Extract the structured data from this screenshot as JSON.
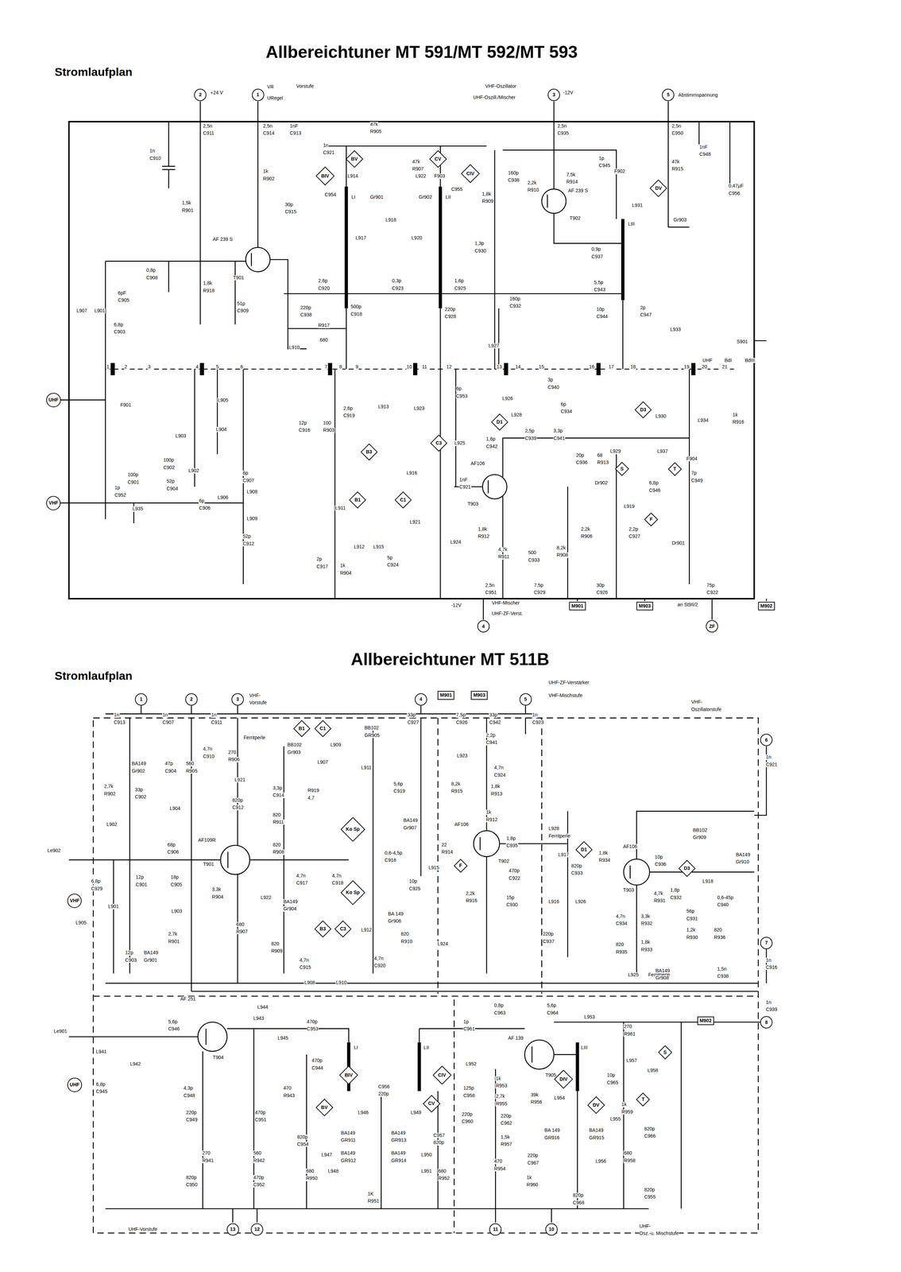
{
  "diagram": {
    "title": "Allbereichtuner MT 591/MT 592/MT 593",
    "nodes": [
      {
        "text": [
          "2"
        ]
      },
      {
        "text": [
          "1"
        ]
      },
      {
        "text": [
          "3"
        ]
      },
      {
        "text": [
          "5"
        ]
      },
      {
        "text": [
          "BV"
        ]
      },
      {
        "text": [
          "BIV"
        ]
      },
      {
        "text": [
          "CV"
        ]
      },
      {
        "text": [
          "CIV"
        ]
      },
      {
        "text": [
          "DV"
        ]
      },
      {
        "text": [
          "UHF"
        ]
      },
      {
        "text": [
          "B3"
        ]
      },
      {
        "text": [
          "C3"
        ]
      },
      {
        "text": [
          "D1"
        ]
      },
      {
        "text": [
          "D3"
        ]
      },
      {
        "text": [
          "S"
        ]
      },
      {
        "text": [
          "T"
        ]
      },
      {
        "text": [
          "VHF"
        ]
      },
      {
        "text": [
          "B1"
        ]
      },
      {
        "text": [
          "C1"
        ]
      },
      {
        "text": [
          "F"
        ]
      },
      {
        "text": [
          "M901"
        ]
      },
      {
        "text": [
          "M903"
        ]
      },
      {
        "text": [
          "M902"
        ]
      },
      {
        "text": [
          "4"
        ]
      },
      {
        "text": [
          "ZF"
        ]
      },
      {
        "text": [
          "1"
        ]
      },
      {
        "text": [
          "2"
        ]
      },
      {
        "text": [
          "3"
        ]
      },
      {
        "text": [
          "4"
        ]
      },
      {
        "text": [
          "M901"
        ]
      },
      {
        "text": [
          "M903"
        ]
      },
      {
        "text": [
          "5"
        ]
      },
      {
        "text": [
          "B1"
        ]
      },
      {
        "text": [
          "C1"
        ]
      },
      {
        "text": [
          "6"
        ]
      },
      {
        "text": [
          "Ko Sp"
        ]
      },
      {
        "text": [
          "D1"
        ]
      },
      {
        "text": [
          "F"
        ]
      },
      {
        "text": [
          "D3"
        ]
      },
      {
        "text": [
          "VHF"
        ]
      },
      {
        "text": [
          "Ko Sp"
        ]
      },
      {
        "text": [
          "B3"
        ]
      },
      {
        "text": [
          "C3"
        ]
      },
      {
        "text": [
          "7"
        ]
      },
      {
        "text": [
          "8"
        ]
      },
      {
        "text": [
          "M902"
        ]
      },
      {
        "text": [
          "S"
        ]
      },
      {
        "text": [
          "BIV"
        ]
      },
      {
        "text": [
          "CIV"
        ]
      },
      {
        "text": [
          "DIV"
        ]
      },
      {
        "text": [
          "UHF"
        ]
      },
      {
        "text": [
          "T"
        ]
      },
      {
        "text": [
          "CV"
        ]
      },
      {
        "text": [
          "DV"
        ]
      },
      {
        "text": [
          "BV"
        ]
      },
      {
        "text": [
          "13"
        ]
      },
      {
        "text": [
          "12"
        ]
      },
      {
        "text": [
          "11"
        ]
      },
      {
        "text": [
          "10"
        ]
      }
    ],
    "labels": [
      "Stromlaufplan",
      "+24 V",
      "VR",
      "URegel",
      "Vorstufe",
      "VHF-Oszillator",
      "UHF-Oszill./Mischer",
      "-12V",
      "Abstimmspannung",
      "2,5n",
      "C911",
      "1n",
      "C910",
      "1,5k",
      "R901",
      "2,5n",
      "C914",
      "1nF",
      "C913",
      "1k",
      "R902",
      "30p",
      "C915",
      "AF 239 S",
      "T901",
      "0,8p",
      "C908",
      "1,8k",
      "R918",
      "51p",
      "C909",
      "6pF",
      "C905",
      "L907",
      "L901",
      "6,8p",
      "C903",
      "1n",
      "C921",
      "47k",
      "R905",
      "47k",
      "R907",
      "L914",
      "C954",
      "Gr901",
      "L922",
      "F903",
      "C955",
      "Gr902",
      "L918",
      "L917",
      "L920",
      "LI",
      "LII",
      "1,8k",
      "R909",
      "160p",
      "C938",
      "2,2k",
      "R910",
      "7,5k",
      "R914",
      "AF 239 S",
      "T902",
      "1p",
      "C945",
      "F902",
      "2,5n",
      "C935",
      "2,5n",
      "C950",
      "47k",
      "R915",
      "1nF",
      "C948",
      "0,47µF",
      "C956",
      "L931",
      "Gr903",
      "1,3p",
      "C930",
      "LIII",
      "0,9p",
      "C937",
      "5,5p",
      "C943",
      "2,6p",
      "C920",
      "0,3p",
      "C923",
      "1,6p",
      "C925",
      "160p",
      "C932",
      "220p",
      "C938",
      "500p",
      "C918",
      "220p",
      "C928",
      "10p",
      "C944",
      "2p",
      "C947",
      "R917",
      "680",
      "L933",
      "L910",
      "L927",
      "S901",
      "UHF",
      "BdI",
      "BdIII",
      "1",
      "2",
      "3",
      "4",
      "5",
      "6",
      "7",
      "8",
      "9",
      "10",
      "11",
      "12",
      "13",
      "14",
      "15",
      "16",
      "17",
      "18",
      "19",
      "20",
      "21",
      "F901",
      "12p",
      "C916",
      "100",
      "R903",
      "2,6p",
      "C919",
      "L913",
      "L923",
      "L916",
      "6p",
      "C953",
      "L926",
      "L928",
      "3p",
      "C940",
      "6p",
      "C934",
      "L930",
      "L934",
      "1k",
      "R916",
      "1,6p",
      "C942",
      "2,5p",
      "C939",
      "3,3p",
      "C941",
      "L925",
      "20p",
      "C936",
      "68",
      "R913",
      "L929",
      "L937",
      "Dr902",
      "F904",
      "6,8p",
      "C946",
      "7p",
      "C949",
      "1nF",
      "C921",
      "AF106",
      "T903",
      "L905",
      "L904",
      "L903",
      "100p",
      "C902",
      "L902",
      "52p",
      "C904",
      "1p",
      "C952",
      "100p",
      "C901",
      "L935",
      "6p",
      "C906",
      "L906",
      "6p",
      "C907",
      "L908",
      "L909",
      "52p",
      "C912",
      "L911",
      "L921",
      "L912",
      "L915",
      "5p",
      "C924",
      "L924",
      "2p",
      "C917",
      "1k",
      "R904",
      "1,8k",
      "R912",
      "4,7k",
      "R911",
      "500",
      "C933",
      "8,2k",
      "R908",
      "2,2k",
      "R906",
      "L919",
      "2,2p",
      "C927",
      "Dr901",
      "2,5n",
      "C951",
      "7,5p",
      "C929",
      "30p",
      "C926",
      "75p",
      "C922",
      "-12V",
      "VHF-Mischer",
      "UHF-ZF-Verst.",
      "an St9II/2",
      "Allbereichtuner MT 511B",
      "Stromlaufplan",
      "VHF-",
      "Vorstufe",
      "UHF-ZF-Verstärker",
      "VHF-Mischstufe",
      "VHF-",
      "Oszillatorstufe",
      "1n",
      "C913",
      "1n",
      "C907",
      "1n",
      "C911",
      "BA149",
      "Gr902",
      "47p",
      "C904",
      "560",
      "R905",
      "2,7k",
      "R902",
      "33p",
      "C902",
      "L902",
      "L904",
      "68p",
      "C906",
      "Le902",
      "6,8p",
      "C929",
      "12p",
      "C901",
      "18p",
      "C905",
      "L901",
      "L903",
      "L905",
      "12p",
      "C903",
      "BA149",
      "Gr901",
      "2,7k",
      "R901",
      "Ferritperle",
      "4,7n",
      "C910",
      "270",
      "R906",
      "L921",
      "820p",
      "C912",
      "AF109R",
      "T901",
      "3,3k",
      "R904",
      "L922",
      "680",
      "R907",
      "BB102",
      "Gr903",
      "L907",
      "L909",
      "BB102",
      "GR905",
      "3,3p",
      "C914",
      "R919",
      "4,7",
      "820",
      "R911",
      "820",
      "R908",
      "L911",
      "5,6p",
      "C919",
      "BA149",
      "Gr907",
      "0,6-4,5p",
      "C918",
      "4,7n",
      "C917",
      "4,7n",
      "C918",
      "BA149",
      "Gr904",
      "10p",
      "C925",
      "BA 149",
      "Gr906",
      "820",
      "R910",
      "L912",
      "820",
      "R909",
      "4,7n",
      "C915",
      "4,7n",
      "C920",
      "L908",
      "L910",
      "33p",
      "C927",
      "7,5p",
      "C926",
      "33p",
      "C942",
      "1n",
      "C923",
      "2,2p",
      "C941",
      "L923",
      "4,7n",
      "C924",
      "8,2k",
      "R915",
      "1,8k",
      "R913",
      "1k",
      "R912",
      "AF106",
      "T902",
      "22",
      "R914",
      "L915",
      "2,2k",
      "R916",
      "L924",
      "1,8p",
      "C935",
      "470p",
      "C922",
      "15p",
      "C930",
      "L928",
      "Ferritperle",
      "L917",
      "820p",
      "C933",
      "1,8k",
      "R934",
      "AF106",
      "T903",
      "L916",
      "L926",
      "220p",
      "C937",
      "4,7n",
      "C934",
      "820",
      "R935",
      "4,7k",
      "R931",
      "3,3k",
      "R932",
      "1,8k",
      "R933",
      "L925",
      "Ferritperle",
      "BB102",
      "Gr909",
      "10p",
      "C936",
      "BA149",
      "Gr910",
      "L918",
      "1,8p",
      "C932",
      "0,6-45p",
      "C940",
      "56p",
      "C931",
      "1,2k",
      "R930",
      "820",
      "R936",
      "BA149",
      "Gr908",
      "1,5n",
      "C938",
      "1n",
      "C921",
      "1n",
      "C916",
      "1n",
      "C939",
      "Le901",
      "L941",
      "L942",
      "6,8p",
      "C945",
      "5,6p",
      "C946",
      "AF 251",
      "T904",
      "4,3p",
      "C948",
      "220p",
      "C949",
      "270",
      "R941",
      "820p",
      "C950",
      "L944",
      "L943",
      "L945",
      "470p",
      "C953",
      "470p",
      "C944",
      "470",
      "R943",
      "470p",
      "C951",
      "560",
      "R942",
      "470p",
      "C952",
      "LI",
      "LII",
      "LIII",
      "C956",
      "220p",
      "L946",
      "L949",
      "820p",
      "C954",
      "L947",
      "L948",
      "BA149",
      "GR911",
      "BA149",
      "GR913",
      "BA149",
      "GR912",
      "BA149",
      "GR914",
      "C957",
      "820p",
      "L950",
      "L951",
      "680",
      "R950",
      "680",
      "R952",
      "1K",
      "R951",
      "1p",
      "C961",
      "0,8p",
      "C963",
      "5,6p",
      "C964",
      "L953",
      "AF 139",
      "T905",
      "L952",
      "125p",
      "C958",
      "1k",
      "R953",
      "2,7k",
      "R955",
      "39k",
      "R956",
      "220p",
      "C960",
      "220p",
      "C962",
      "1,5k",
      "R957",
      "470",
      "R954",
      "220p",
      "C967",
      "1k",
      "R960",
      "820p",
      "C968",
      "L954",
      "L955",
      "L956",
      "BA 149",
      "GR916",
      "BA149",
      "GR915",
      "270",
      "R961",
      "10p",
      "C965",
      "L957",
      "L958",
      "1k",
      "R959",
      "820p",
      "C966",
      "680",
      "R958",
      "820p",
      "C955",
      "UHF-Vorstufe",
      "UHF-",
      "Osz.-u. Mischstufe"
    ]
  }
}
